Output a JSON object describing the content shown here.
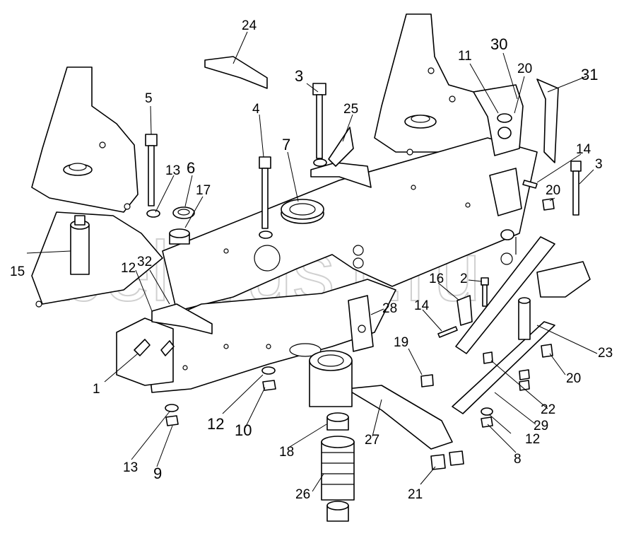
{
  "watermark": "belarus1.ru",
  "labels": [
    {
      "id": "l24",
      "text": "24"
    },
    {
      "id": "l30",
      "text": "30"
    },
    {
      "id": "l11",
      "text": "11"
    },
    {
      "id": "l20a",
      "text": "20"
    },
    {
      "id": "l31",
      "text": "31"
    },
    {
      "id": "l3a",
      "text": "3"
    },
    {
      "id": "l25",
      "text": "25"
    },
    {
      "id": "l5",
      "text": "5"
    },
    {
      "id": "l4",
      "text": "4"
    },
    {
      "id": "l7",
      "text": "7"
    },
    {
      "id": "l13a",
      "text": "13"
    },
    {
      "id": "l6",
      "text": "6"
    },
    {
      "id": "l17",
      "text": "17"
    },
    {
      "id": "l14a",
      "text": "14"
    },
    {
      "id": "l3b",
      "text": "3"
    },
    {
      "id": "l20b",
      "text": "20"
    },
    {
      "id": "l15",
      "text": "15"
    },
    {
      "id": "l12a",
      "text": "12"
    },
    {
      "id": "l32",
      "text": "32"
    },
    {
      "id": "l16",
      "text": "16"
    },
    {
      "id": "l2",
      "text": "2"
    },
    {
      "id": "l14b",
      "text": "14"
    },
    {
      "id": "l28",
      "text": "28"
    },
    {
      "id": "l19",
      "text": "19"
    },
    {
      "id": "l23",
      "text": "23"
    },
    {
      "id": "l1",
      "text": "1"
    },
    {
      "id": "l20c",
      "text": "20"
    },
    {
      "id": "l22",
      "text": "22"
    },
    {
      "id": "l29",
      "text": "29"
    },
    {
      "id": "l12b",
      "text": "12"
    },
    {
      "id": "l10",
      "text": "10"
    },
    {
      "id": "l12c",
      "text": "12"
    },
    {
      "id": "l27",
      "text": "27"
    },
    {
      "id": "l18",
      "text": "18"
    },
    {
      "id": "l8",
      "text": "8"
    },
    {
      "id": "l13b",
      "text": "13"
    },
    {
      "id": "l9",
      "text": "9"
    },
    {
      "id": "l21",
      "text": "21"
    },
    {
      "id": "l26",
      "text": "26"
    }
  ]
}
